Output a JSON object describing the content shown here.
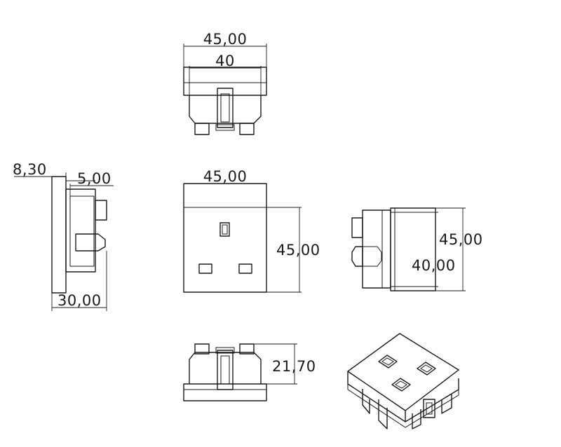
{
  "dimensions": {
    "top_width": "45,00",
    "top_inner": "40",
    "front_width": "45,00",
    "front_height": "45,00",
    "left_plate": "8,30",
    "left_offset": "5,00",
    "left_depth": "30,00",
    "right_outer": "45,00",
    "right_inner": "40,00",
    "bottom_height": "21,70"
  }
}
